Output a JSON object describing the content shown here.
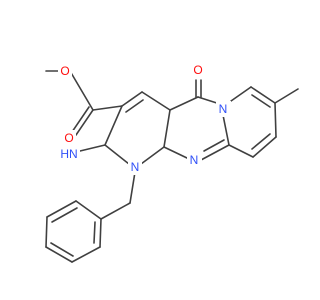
{
  "molecule": {
    "labels": {
      "ester_o_methyl": "O",
      "ester_o_carbonyl": "O",
      "ketone_o": "O",
      "pyridone_n": "N",
      "ring_n1": "N",
      "ring_n_bridge": "N",
      "imine_nh": "HN"
    },
    "colors": {
      "bond": "#404040",
      "oxygen": "#ff0d0d",
      "nitrogen": "#3050f8"
    }
  }
}
